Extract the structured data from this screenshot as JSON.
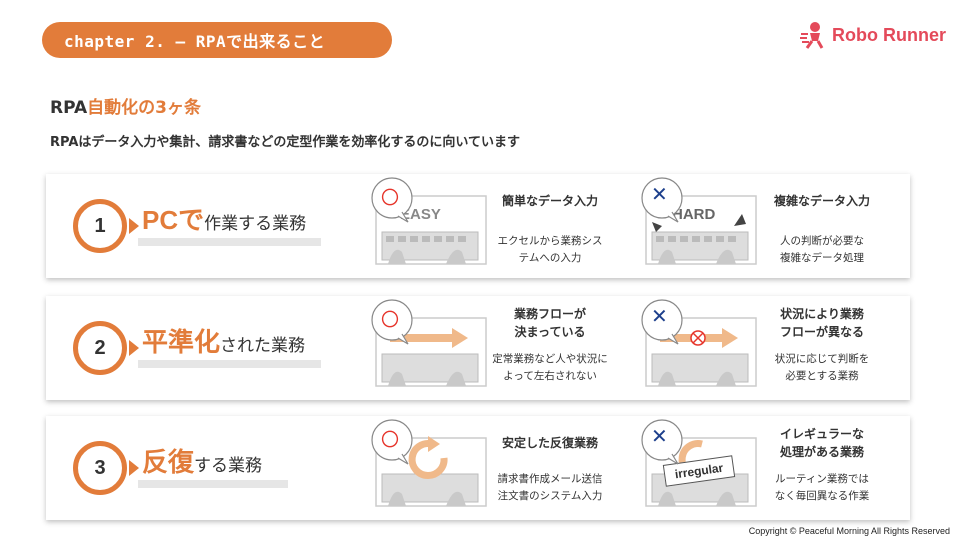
{
  "header": {
    "chapter": "chapter 2. — RPAで出来ること",
    "logo_text": "Robo Runner"
  },
  "title": {
    "prefix": "RPA",
    "accent": "自動化の3ヶ条"
  },
  "subtitle": "RPAはデータ入力や集計、請求書などの定型作業を効率化するのに向いています",
  "rows": [
    {
      "number": "1",
      "title_big": "PCで",
      "title_small": "作業する業務",
      "good": {
        "mark": "〇",
        "label": "EASY",
        "head": "簡単なデータ入力",
        "desc1": "エクセルから業務シス",
        "desc2": "テムへの入力"
      },
      "bad": {
        "mark": "✕",
        "label": "HARD",
        "head": "複雑なデータ入力",
        "desc1": "人の判断が必要な",
        "desc2": "複雑なデータ処理"
      }
    },
    {
      "number": "2",
      "title_big": "平準化",
      "title_small": "された業務",
      "good": {
        "mark": "〇",
        "head1": "業務フローが",
        "head2": "決まっている",
        "desc1": "定常業務など人や状況に",
        "desc2": "よって左右されない"
      },
      "bad": {
        "mark": "✕",
        "head1": "状況により業務",
        "head2": "フローが異なる",
        "desc1": "状況に応じて判断を",
        "desc2": "必要とする業務"
      }
    },
    {
      "number": "3",
      "title_big": "反復",
      "title_small": "する業務",
      "good": {
        "mark": "〇",
        "head": "安定した反復業務",
        "desc1": "請求書作成メール送信",
        "desc2": "注文書のシステム入力"
      },
      "bad": {
        "mark": "✕",
        "label": "irregular",
        "head1": "イレギュラーな",
        "head2": "処理がある業務",
        "desc1": "ルーティン業務では",
        "desc2": "なく毎回異なる作業"
      }
    }
  ],
  "copyright": "Copyright © Peaceful Morning All Rights Reserved",
  "colors": {
    "accent": "#e27c3a",
    "good_mark": "#e6352b",
    "bad_mark": "#1d3f8c",
    "logo": "#e44a5a"
  }
}
